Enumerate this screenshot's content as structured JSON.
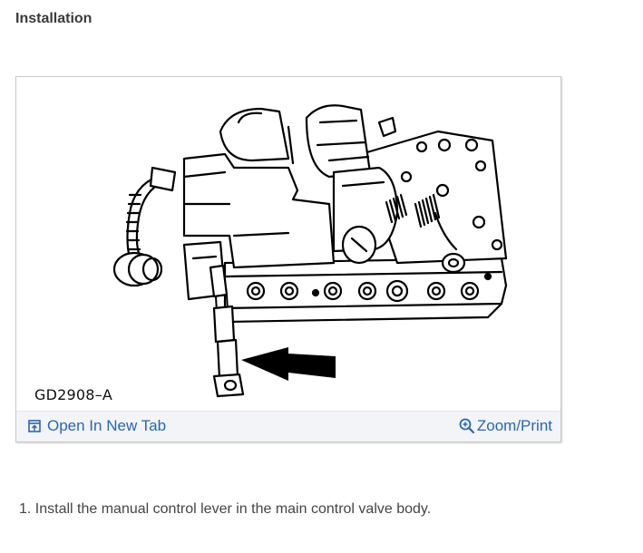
{
  "section": {
    "heading": "Installation"
  },
  "figure": {
    "caption": "GD2908–A",
    "toolbar": {
      "open_label": "Open In New Tab",
      "zoom_label": "Zoom/Print"
    }
  },
  "instructions": [
    "1. Install the manual control lever in the main control valve body."
  ],
  "colors": {
    "link": "#2a66b0",
    "toolbar_bg": "#f2f4f8",
    "heading": "#3a3a3a"
  },
  "icons": {
    "open_tab": "open-in-new-tab-icon",
    "zoom": "magnifier-plus-icon"
  }
}
